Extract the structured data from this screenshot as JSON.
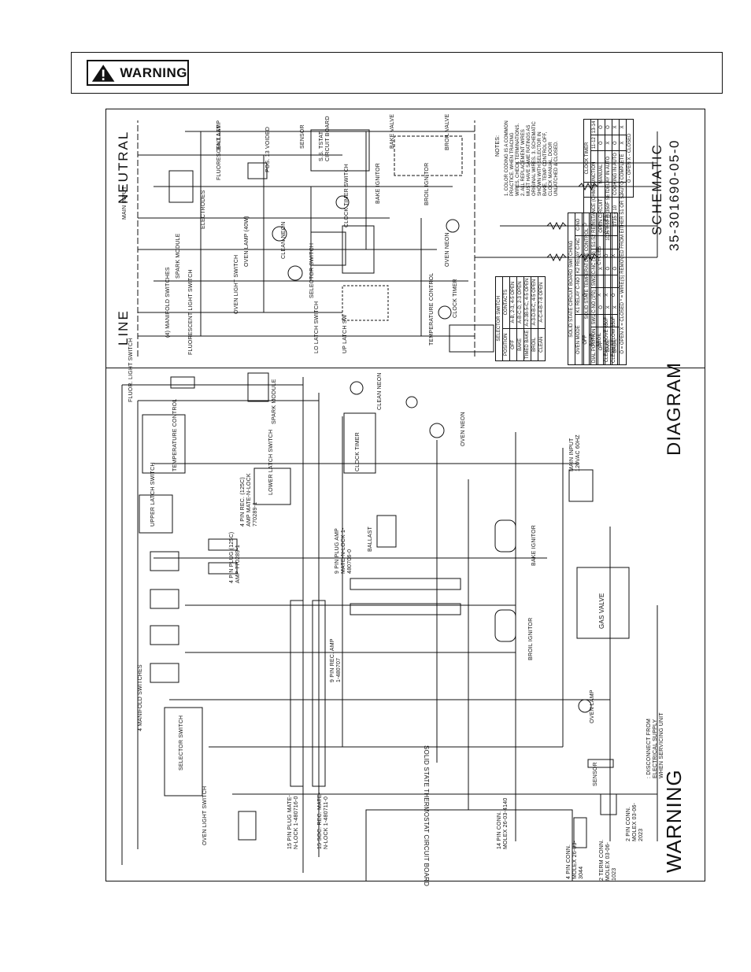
{
  "header": {
    "warning_label": "WARNING"
  },
  "schematic": {
    "title_line": "LINE",
    "title_neutral": "NEUTRAL",
    "title_schematic": "SCHEMATIC",
    "part_number": "35-301690-05-0",
    "components": {
      "main_input": "MAIN INPUT",
      "manifold_switches": "(4) MANIFOLD SWITCHES",
      "spark_module": "SPARK MODULE",
      "electrodes": "ELECTRODES",
      "fluorescent_light_switch": "FLUORESCENT LIGHT SWITCH",
      "fluorescent_lamp": "FLUORESCENT LAMP",
      "ballast": "BALLAST",
      "oven_light_switch": "OVEN LIGHT SWITCH",
      "oven_lamp": "OVEN LAMP (40W)",
      "clean_neon": "CLEAN NEON",
      "lo_latch_switch": "LO LATCH SWITCH",
      "up_latch_sw": "UP LATCH SW",
      "selector_switch": "SELECTOR SWITCH",
      "temperature_control": "TEMPERATURE CONTROL",
      "clock_timer_switch": "CLOCK TIMER SWITCH",
      "clock_timer": "CLOCK TIMER",
      "oven_neon": "OVEN NEON",
      "bake_ignitor": "BAKE IGNITOR",
      "bake_valve": "BAKE VALVE",
      "broil_ignitor": "BROIL IGNITOR",
      "broil_valve": "BROIL VALVE",
      "sensor": "SENSOR",
      "pos13_voided": "POS. 13 VOIDED",
      "ss_tstat_board": "S.S. TSTAT CIRCUIT BOARD"
    },
    "notes_title": "NOTES:",
    "notes_text": "1. COLOR CODING IS A COMMON PRACTICE. WHEN TRACING WIRES, CHECK TERMINATIONS. 2. ALL REPLACEMENT WIRES MUST HAVE SAME RATINGS AS ORIGINAL WIRES. 3. SCHEMATIC SHOWN WITH SELECTOR IN BAKE, TEMP CONTROL OFF, CLOCK MANUAL, DOOR UNLATCHED & CLOSED.",
    "selector_table": {
      "title": "SELECTOR SWITCH",
      "headers": [
        "POSITION",
        "CONTACTS"
      ],
      "rows": [
        [
          "OFF",
          "A-B, 2-3, 4-5 OPEN"
        ],
        [
          "BAKE",
          "A-B-C-D, 2-3 OPEN"
        ],
        [
          "TIMED BAKE",
          "A-2-3B-5-C, 4-5 OPEN"
        ],
        [
          "BROIL",
          "A-3-D-B-C, 4-5 OPEN"
        ],
        [
          "CLEAN",
          "A-C-4-B-7-8 OPEN"
        ]
      ]
    },
    "clock_table": {
      "title": "CLOCK TIMER",
      "headers": [
        "FUNCTION",
        "11-12",
        "13-14"
      ],
      "rows": [
        [
          "MANUAL",
          "O",
          "O"
        ],
        [
          "DELAY IN AUTO",
          "X",
          "O"
        ],
        [
          "COOKING IN AUTO",
          "O",
          "X"
        ],
        [
          "AUTO COMPLETE",
          "X",
          "X"
        ]
      ],
      "legend": "O - OPEN   X - CLOSED"
    },
    "circuit_board_table": {
      "title": "SOLID STATE CIRCUIT BOARD SWITCHING",
      "headers": [
        "OVEN MODE",
        "K1 RELAY C-NO",
        "K2 RELAY C-NC",
        "C-NO"
      ],
      "rows": [
        [
          "OFF",
          "O",
          "X",
          "O"
        ],
        [
          "BAKE",
          "X",
          "O",
          "X"
        ],
        [
          "BROIL",
          "X",
          "CYCLES",
          "—"
        ],
        [
          "CLEAN ABOVE 650F",
          "X",
          "O",
          "CYCLES"
        ],
        [
          "CLEAN BELOW 650F",
          "O",
          "X",
          "—"
        ]
      ]
    },
    "temp_control_table": {
      "title": "SOLID STATE TEMPERATURE CONTROL",
      "headers": [
        "DIAL POSITION",
        "SW1 C-NO (1-2)",
        "SW2 C-NC (1-3)",
        "S1-S2 RESISTANCE (OHMS)"
      ],
      "rows": [
        [
          "OFF",
          "O",
          "X",
          "OPEN CIRCUIT"
        ],
        [
          "BAKE",
          "X",
          "O",
          "1035 ± 10 @ 350F SET"
        ],
        [
          "BROIL",
          "X",
          "O",
          "1735 ± 10"
        ]
      ],
      "legend": "O = OPEN  X = CLOSED  * = WIRE(S) REMOVED FROM EITHER S1 OR S2"
    }
  },
  "diagram": {
    "title": "DIAGRAM",
    "warning_big": "WARNING",
    "warning_small": ": DISCONNECT FROM ELECTRICAL SUPPLY WHEN SERVICING UNIT",
    "components": {
      "fluor_light_switch": "FLUOR. LIGHT SWITCH",
      "spark_module": "SPARK MODULE",
      "temperature_control": "TEMPERATURE CONTROL",
      "upper_latch_switch": "UPPER LATCH SWITCH",
      "lower_latch_switch": "LOWER LATCH SWITCH",
      "manifold_switches": "4 MANIFOLD SWITCHES",
      "selector_switch": "SELECTOR SWITCH",
      "oven_light_switch": "OVEN LIGHT SWITCH",
      "clock_timer": "CLOCK TIMER",
      "clean_neon": "CLEAN NEON",
      "oven_neon": "OVEN NEON",
      "ballast": "BALLAST",
      "bake_ignitor": "BAKE IGNITOR",
      "broil_ignitor": "BROIL IGNITOR",
      "gas_valve": "GAS VALVE",
      "main_input": "MAIN INPUT 120VAC 60HZ",
      "oven_lamp": "OVEN LAMP",
      "sensor": "SENSOR",
      "circuit_board": "SOLID STATE THERMOSTAT CIRCUIT BOARD",
      "plug_4pin": "4 PIN PLUG (125C) AMP 770289-1",
      "rec_4pin": "4 PIN REC. (125C) AMP MATE-N-LOCK 770289-1",
      "plug_9pin": "9 PIN PLUG AMP MATE-N-LOCK 1-480706-0",
      "rec_9pin": "9 PIN REC. AMP 1-480707",
      "plug_15pin": "15 PIN PLUG MATE-N-LOCK 1-480716-0",
      "rec_15pin": "15 SOC. REC. MATE-N-LOCK 1-480711-0",
      "conn_14pin": "14 PIN CONN. MOLEX 26-03-4140",
      "conn_2pin": "2 PIN CONN. MOLEX 03-06-2023",
      "conn_2term": "2 TERM CONN. MOLEX 03-06-1023",
      "conn_4pin": "4 PIN CONN. MOLEX 26-03-3044"
    }
  }
}
